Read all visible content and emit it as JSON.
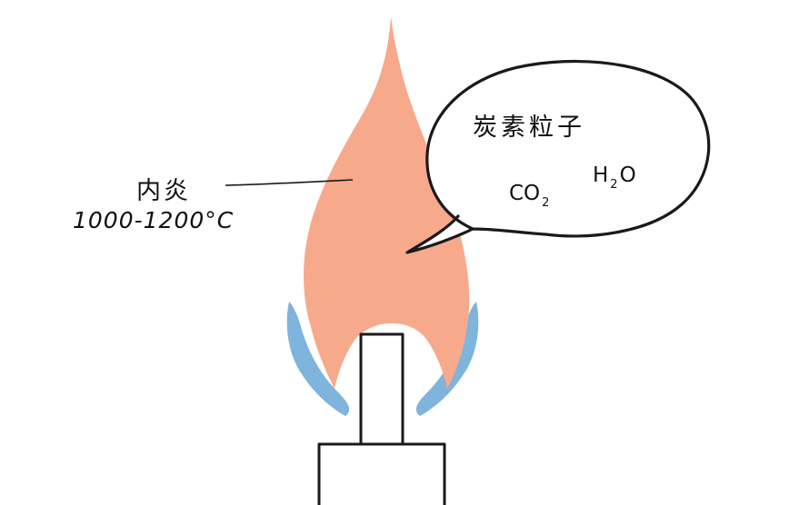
{
  "flame": {
    "inner_flame_label": "内炎",
    "inner_flame_temperature": "1000-1200°C"
  },
  "bubble": {
    "title": "炭素粒子",
    "formula_co2": {
      "main": "CO",
      "sub": "2"
    },
    "formula_h2o": {
      "main": "H",
      "sub": "2",
      "tail": "O"
    }
  },
  "colors": {
    "inner_flame": "#f7a98c",
    "outer_flame": "#7fb4dc",
    "ink": "#1a1a1a",
    "background": "#ffffff"
  }
}
